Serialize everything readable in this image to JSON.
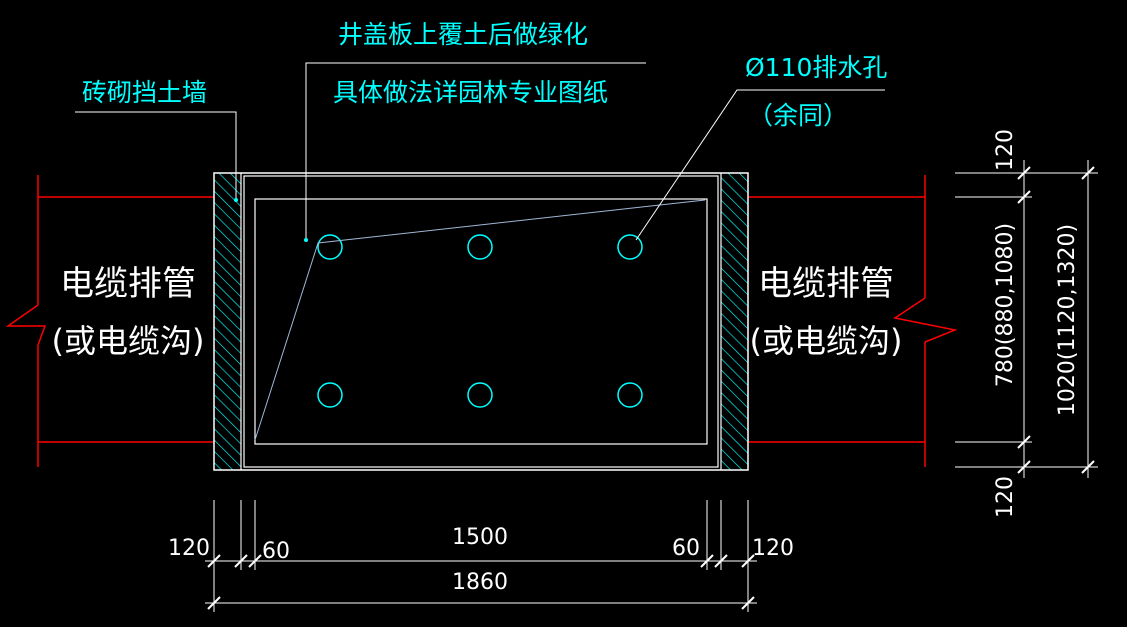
{
  "annotations": {
    "brick_wall": "砖砌挡土墙",
    "cover_line1": "井盖板上覆土后做绿化",
    "cover_line2": "具体做法详园林专业图纸",
    "drain_line1": "Ø110排水孔",
    "drain_line2": "（余同）"
  },
  "side_labels": {
    "left_line1": "电缆排管",
    "left_line2": "(或电缆沟)",
    "right_line1": "电缆排管",
    "right_line2": "(或电缆沟)"
  },
  "dimensions_bottom": {
    "wall_left": "120",
    "gap_left": "60",
    "inner": "1500",
    "gap_right": "60",
    "wall_right": "120",
    "total": "1860"
  },
  "dimensions_right": {
    "top": "120",
    "inner": "780(880,1080)",
    "total": "1020(1120,1320)",
    "bottom": "120"
  },
  "colors": {
    "background": "#000000",
    "annotation": "#00FFFF",
    "structure": "#FFFFFF",
    "pipe_lines": "#FF0000",
    "dimension": "#FFFFFF",
    "leader": "#9FB8D8"
  }
}
